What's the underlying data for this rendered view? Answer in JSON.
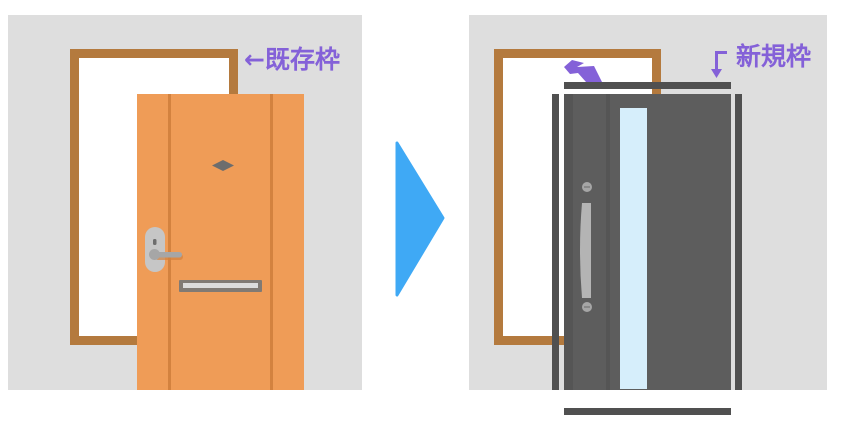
{
  "colors": {
    "panel_bg": "#dedede",
    "old_frame": "#b47a3e",
    "old_door": "#ef9c57",
    "old_door_stile": "#d3823f",
    "new_door": "#5d5d5d",
    "new_frame": "#505050",
    "glass": "#d6eefb",
    "label_purple": "#8461d8",
    "transition_arrow": "#3fa9f5",
    "hardware_gray": "#b4b4b4"
  },
  "before": {
    "label": "←既存枠",
    "label_meaning": "existing frame"
  },
  "after": {
    "label": "新規枠",
    "label_meaning": "new frame"
  },
  "transition": {
    "icon": "play-arrow-icon"
  }
}
